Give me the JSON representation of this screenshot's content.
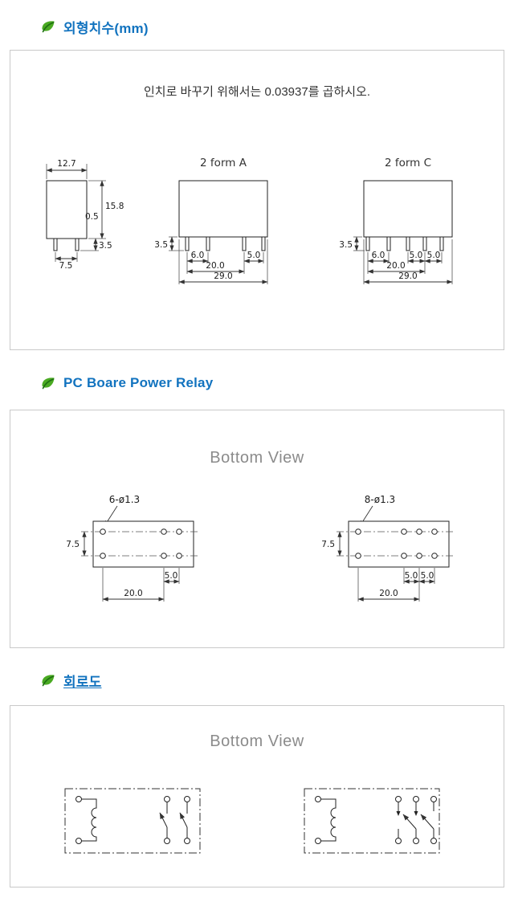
{
  "colors": {
    "heading_blue": "#1273bf",
    "leaf_green": "#4aaa22",
    "panel_border": "#c9c9c9",
    "subtitle_gray": "#8b8b8b"
  },
  "sections": {
    "dimensions": {
      "title": "외형치수(mm)",
      "note": "인치로 바꾸기 위해서는 0.03937를 곱하시오.",
      "side_view": {
        "body_width": "12.7",
        "body_height": "15.8",
        "terminal_thickness": "0.5",
        "terminal_length": "3.5",
        "terminal_pitch": "7.5"
      },
      "form_a": {
        "title": "2 form A",
        "terminal_length": "3.5",
        "coil_pitch": "6.0",
        "contact_pitch": "5.0",
        "span": "20.0",
        "body_width": "29.0"
      },
      "form_c": {
        "title": "2 form C",
        "terminal_length": "3.5",
        "coil_pitch": "6.0",
        "contact_pitch_1": "5.0",
        "contact_pitch_2": "5.0",
        "span": "20.0",
        "body_width": "29.0"
      }
    },
    "pcb": {
      "title": "PC Boare Power Relay",
      "subtitle": "Bottom View",
      "view_6pin": {
        "holes": "6-ø1.3",
        "row_pitch": "7.5",
        "col_pitch": "5.0",
        "span": "20.0"
      },
      "view_8pin": {
        "holes": "8-ø1.3",
        "row_pitch": "7.5",
        "col_pitch_1": "5.0",
        "col_pitch_2": "5.0",
        "span": "20.0"
      }
    },
    "circuit": {
      "title": "회로도",
      "subtitle": "Bottom View"
    }
  }
}
